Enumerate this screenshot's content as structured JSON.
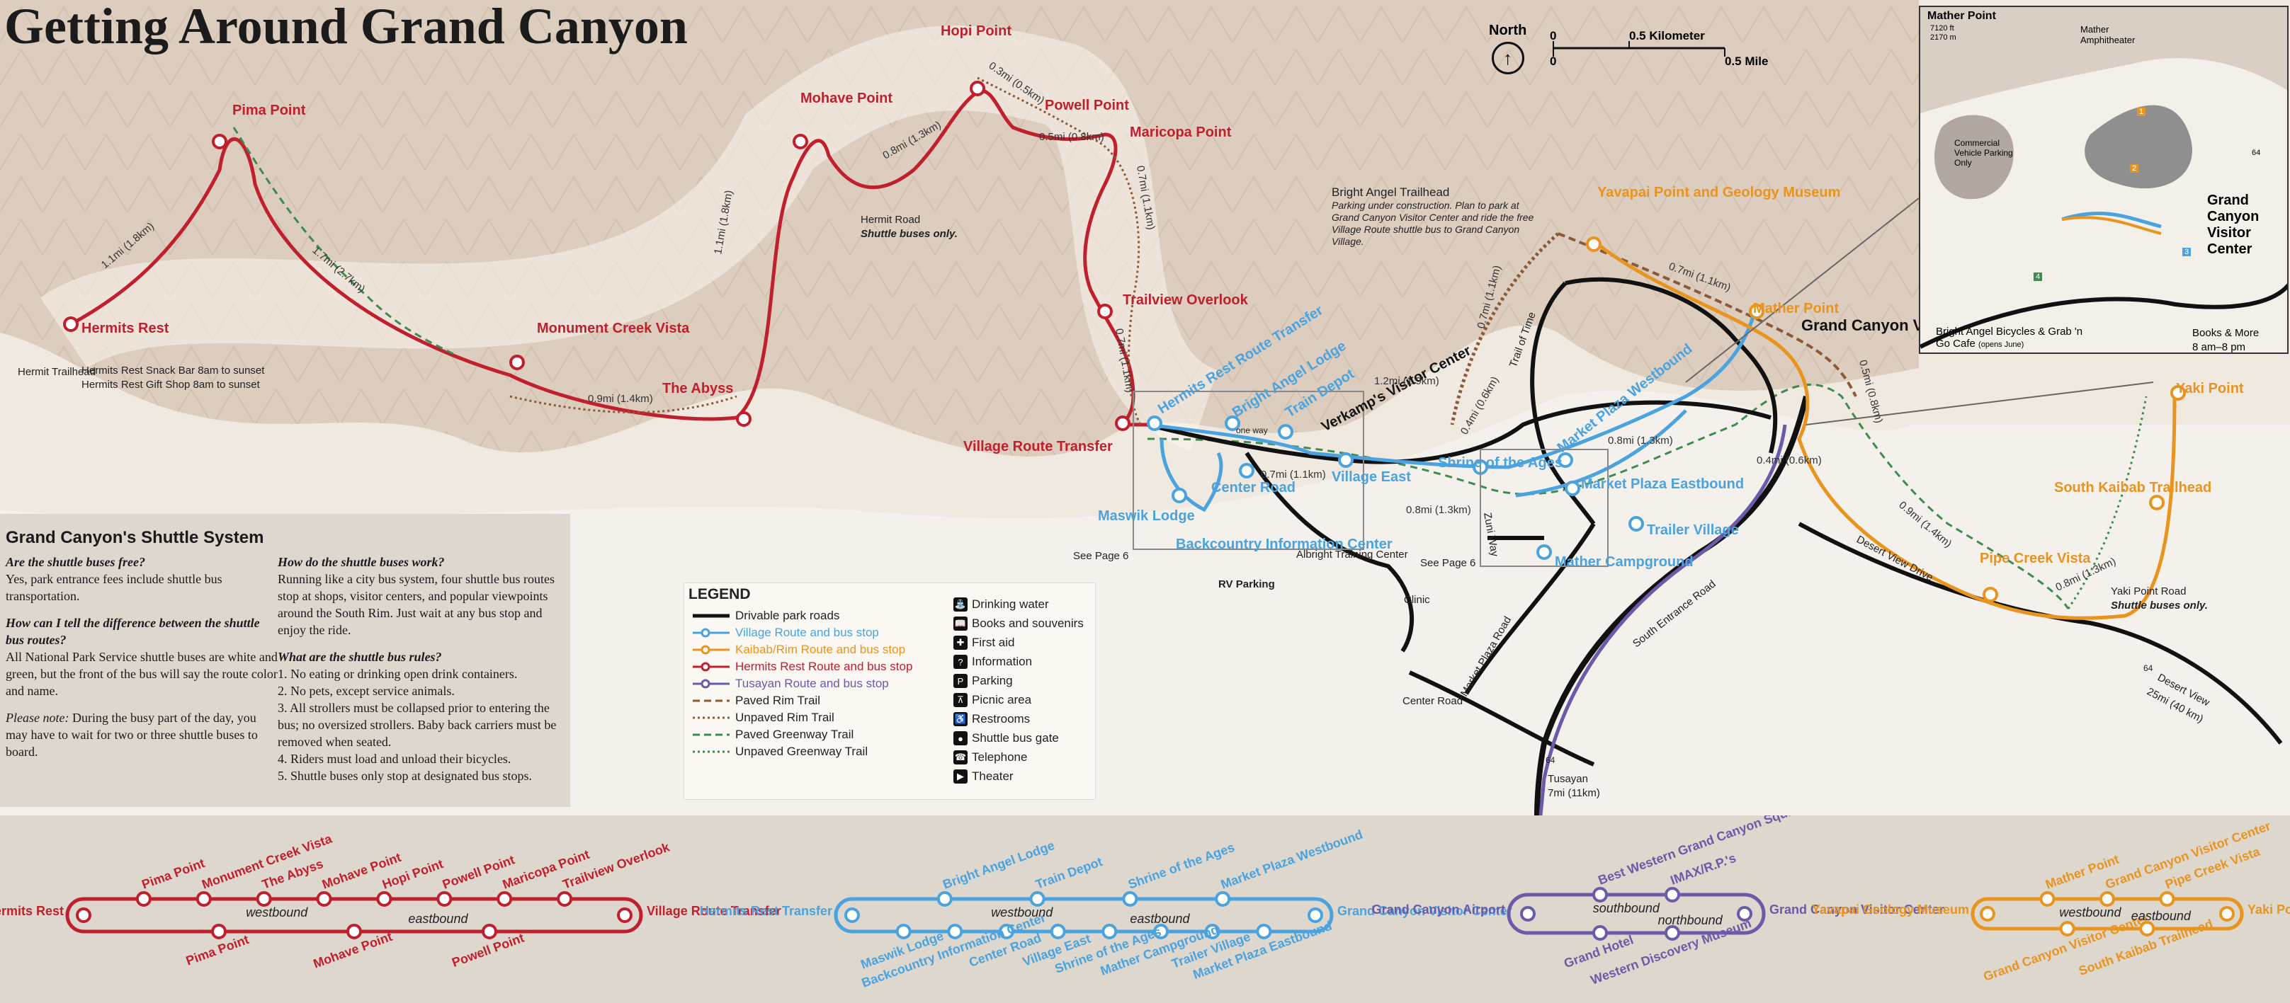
{
  "title": "Getting Around Grand Canyon",
  "colors": {
    "village": "#4aa3df",
    "kaibab": "#e8941f",
    "hermits": "#c0202e",
    "tusayan": "#6b5aa8",
    "road": "#111111",
    "trail": "#8a5a3a",
    "greenway": "#3d8b4f",
    "terrain": "#d8c9bb",
    "panel": "#ddd7ce"
  },
  "compass": {
    "label": "North"
  },
  "scale": {
    "zero_top": "0",
    "zero_bottom": "0",
    "km": "0.5 Kilometer",
    "mile": "0.5 Mile"
  },
  "places": {
    "hermits_rest": "Hermits Rest",
    "hermit_trailhead": "Hermit\nTrailhead",
    "snack_bar": "Hermits Rest Snack Bar 8am to sunset",
    "gift_shop": "Hermits Rest Gift Shop 8am to sunset",
    "pima_point": "Pima Point",
    "monument_creek": "Monument Creek Vista",
    "the_abyss": "The Abyss",
    "mohave_point": "Mohave Point",
    "hopi_point": "Hopi Point",
    "powell_point": "Powell Point",
    "maricopa_point": "Maricopa Point",
    "trailview": "Trailview Overlook",
    "village_route_transfer": "Village Route Transfer",
    "hermit_road": "Hermit Road",
    "shuttle_only": "Shuttle buses only.",
    "hermits_rest_route_transfer": "Hermits Rest Route Transfer",
    "bright_angel_lodge": "Bright Angel Lodge",
    "train_depot": "Train Depot",
    "verkamps": "Verkamp's Visitor Center",
    "bat_title": "Bright Angel Trailhead",
    "bat_note": "Parking under construction. Plan to park at Grand Canyon Visitor Center and ride the free Village Route shuttle bus to Grand Canyon Village.",
    "maswik_lodge": "Maswik Lodge",
    "center_road": "Center Road",
    "backcountry": "Backcountry Information Center",
    "rv_parking": "RV Parking",
    "village_east": "Village East",
    "albright": "Albright Training Center",
    "shrine": "Shrine of the Ages",
    "market_plaza_westbound": "Market Plaza Westbound",
    "market_plaza_eastbound": "Market Plaza Eastbound",
    "trailer_village": "Trailer Village",
    "mather_campground": "Mather Campground",
    "clinic": "Clinic",
    "see_page_6a": "See Page 6",
    "see_page_6b": "See Page 6",
    "yavapai": "Yavapai Point and Geology Museum",
    "mather_point": "Mather Point",
    "gcvc": "Grand Canyon Visitor Center",
    "trail_of_time": "Trail of Time",
    "yaki_point": "Yaki Point",
    "south_kaibab": "South Kaibab Trailhead",
    "pipe_creek": "Pipe Creek Vista",
    "yaki_road": "Yaki Point Road",
    "desert_view_drive": "Desert View Drive",
    "south_entrance_road": "South Entrance Road",
    "market_plaza_road": "Market Plaza Road",
    "zuni_way": "Zuni Way",
    "center_road_lower": "Center Road",
    "tusayan_dest": "Tusayan",
    "tusayan_dist": "7mi (11km)",
    "desert_view_dest": "Desert View",
    "desert_view_dist": "25mi (40 km)",
    "one_way": "one way",
    "route_64a": "64",
    "route_64b": "64",
    "route_64c": "64"
  },
  "distances": {
    "d1": "1.1mi (1.8km)",
    "d2": "1.7mi (2.7km)",
    "d3": "0.9mi (1.4km)",
    "d4": "1.1mi (1.8km)",
    "d5": "0.8mi (1.3km)",
    "d6": "0.3mi (0.5km)",
    "d7": "0.5mi (0.8km)",
    "d8": "0.7mi (1.1km)",
    "d9": "0.7mi (1.1km)",
    "d10": "0.7mi (1.1km)",
    "d11": "1.2mi (1.9km)",
    "d12": "0.7mi (1.1km)",
    "d13": "0.4mi (0.6km)",
    "d14": "0.8mi (1.3km)",
    "d15": "0.8mi (1.3km)",
    "d16": "0.7mi (1.1km)",
    "d17": "0.5mi (0.8km)",
    "d18": "0.4mi (0.6km)",
    "d19": "0.9mi (1.4km)",
    "d20": "0.8mi (1.3km)"
  },
  "inset": {
    "mather_point": "Mather Point",
    "elev_ft": "7120 ft",
    "elev_m": "2170 m",
    "amphitheater": "Mather Amphitheater",
    "commercial": "Commercial Vehicle Parking Only",
    "gcvc": "Grand Canyon Visitor Center",
    "bicycles": "Bright Angel Bicycles & Grab 'n Go Cafe",
    "opens": "(opens June)",
    "books": "Books & More",
    "books_hours": "8 am–8 pm",
    "route_64": "64",
    "lot1": "1",
    "lot2": "2",
    "lot3": "3",
    "lot4": "4"
  },
  "info": {
    "heading": "Grand Canyon's Shuttle System",
    "q1": "Are the shuttle buses free?",
    "a1": "Yes, park entrance fees include shuttle bus transportation.",
    "q2": "How can I tell the difference between the shuttle bus routes?",
    "a2": "All National Park Service shuttle buses are white and green, but the front of the bus will say the route color and name.",
    "note_label": "Please note:",
    "note": "During the busy part of the day, you may have to wait for two or three shuttle buses to board.",
    "q3": "How do the shuttle buses work?",
    "a3": "Running like a city bus system, four shuttle bus routes stop at shops, visitor centers, and popular viewpoints around the South Rim. Just wait at any bus stop and enjoy the ride.",
    "q4": "What are the shuttle bus rules?",
    "rules": [
      "1. No eating or drinking open drink containers.",
      "2. No pets, except service animals.",
      "3. All strollers must be collapsed  prior to entering the bus; no oversized strollers. Baby back carriers must be removed when seated.",
      "4. Riders must load and unload their bicycles.",
      "5. Shuttle buses only stop at designated bus stops."
    ]
  },
  "legend": {
    "heading": "LEGEND",
    "lines": [
      {
        "label": "Drivable park roads",
        "color": "#111111",
        "style": "solid"
      },
      {
        "label": "Village Route and bus stop",
        "color": "#4aa3df",
        "style": "route"
      },
      {
        "label": "Kaibab/Rim Route and bus stop",
        "color": "#e8941f",
        "style": "route"
      },
      {
        "label": "Hermits Rest Route and bus stop",
        "color": "#c0202e",
        "style": "route"
      },
      {
        "label": "Tusayan Route and bus stop",
        "color": "#6b5aa8",
        "style": "route"
      },
      {
        "label": "Paved Rim Trail",
        "color": "#8a5a3a",
        "style": "dash"
      },
      {
        "label": "Unpaved Rim Trail",
        "color": "#8a5a3a",
        "style": "dot"
      },
      {
        "label": "Paved Greenway Trail",
        "color": "#3d8b4f",
        "style": "dash"
      },
      {
        "label": "Unpaved Greenway Trail",
        "color": "#3d8b4f",
        "style": "dot"
      }
    ],
    "symbols": [
      {
        "label": "Drinking water",
        "icon": "drinking-water-icon",
        "glyph": "⛲"
      },
      {
        "label": "Books and souvenirs",
        "icon": "books-icon",
        "glyph": "📖"
      },
      {
        "label": "First aid",
        "icon": "first-aid-icon",
        "glyph": "✚"
      },
      {
        "label": "Information",
        "icon": "information-icon",
        "glyph": "?"
      },
      {
        "label": "Parking",
        "icon": "parking-icon",
        "glyph": "P"
      },
      {
        "label": "Picnic area",
        "icon": "picnic-icon",
        "glyph": "⊼"
      },
      {
        "label": "Restrooms",
        "icon": "restrooms-icon",
        "glyph": "♿"
      },
      {
        "label": "Shuttle bus gate",
        "icon": "shuttle-gate-icon",
        "glyph": "●"
      },
      {
        "label": "Telephone",
        "icon": "telephone-icon",
        "glyph": "☎"
      },
      {
        "label": "Theater",
        "icon": "theater-icon",
        "glyph": "▶"
      }
    ]
  },
  "strip": {
    "hermits": {
      "start": "Hermits Rest",
      "end": "Village Route Transfer",
      "west_label": "westbound",
      "east_label": "eastbound",
      "top_stops": [
        "Pima Point",
        "Monument Creek Vista",
        "The Abyss",
        "Mohave Point",
        "Hopi Point",
        "Powell Point",
        "Maricopa Point",
        "Trailview Overlook"
      ],
      "bottom_stops": [
        "Pima Point",
        "Mohave Point",
        "Powell Point"
      ]
    },
    "village": {
      "start": "Hermits Rest Transfer",
      "end": "Grand Canyon Visitor Center",
      "west_label": "westbound",
      "east_label": "eastbound",
      "top_stops": [
        "Bright Angel Lodge",
        "Train Depot",
        "Shrine of the Ages",
        "Market Plaza Westbound"
      ],
      "bottom_stops": [
        "Maswik Lodge",
        "Backcountry Information Center",
        "Center Road",
        "Village East",
        "Shrine of the Ages",
        "Mather Campground",
        "Trailer Village",
        "Market Plaza Eastbound"
      ]
    },
    "tusayan": {
      "start": "Grand Canyon Airport",
      "end": "Grand Canyon Visitor Center",
      "south_label": "southbound",
      "north_label": "northbound",
      "top_stops": [
        "Best Western Grand Canyon Squire Inn",
        "IMAX/R.P.'s"
      ],
      "bottom_stops": [
        "Grand Hotel",
        "Western Discovery Museum"
      ]
    },
    "kaibab": {
      "start": "Yavapai Geology Museum",
      "end": "Yaki Point",
      "west_label": "westbound",
      "east_label": "eastbound",
      "top_stops": [
        "Mather Point",
        "Grand Canyon Visitor Center",
        "Pipe Creek Vista"
      ],
      "bottom_stops": [
        "Grand Canyon Visitor Center",
        "South Kaibab Trailhead"
      ]
    }
  }
}
